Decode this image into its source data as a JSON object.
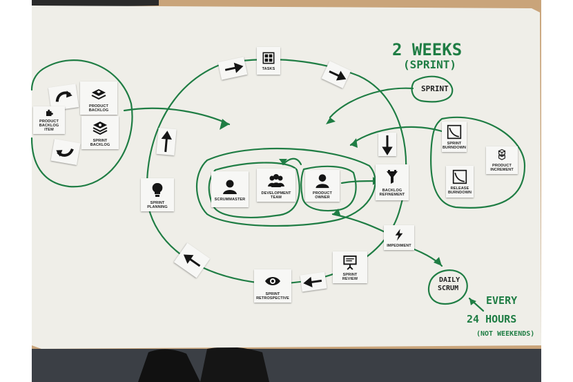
{
  "cards": {
    "product_backlog": "PRODUCT BACKLOG",
    "product_backlog_item": "PRODUCT BACKLOG ITEM",
    "sprint_backlog": "SPRINT BACKLOG",
    "tasks": "TASKS",
    "sprint": "SPRINT",
    "sprint_planning": "SPRINT PLANNING",
    "scrummaster": "SCRUMMASTER",
    "development_team": "DEVELOPMENT TEAM",
    "product_owner": "PRODUCT OWNER",
    "backlog_refinement": "BACKLOG REFINEMENT",
    "sprint_burndown": "SPRINT BURNDOWN",
    "release_burndown": "RELEASE BURNDOWN",
    "product_increment": "PRODUCT INCREMENT",
    "impediment": "IMPEDIMENT",
    "sprint_review": "SPRINT REVIEW",
    "sprint_retrospective": "SPRINT RETROSPECTIVE"
  },
  "handwriting": {
    "two_weeks": "2 WEEKS",
    "sprint_paren": "(SPRINT)",
    "sprint_label": "SPRINT",
    "daily": "DAILY",
    "scrum": "SCRUM",
    "every": "EVERY",
    "hours": "24 HOURS",
    "not_weekends": "(NOT WEEKENDS)"
  },
  "colors": {
    "paper": "#efeee8",
    "table": "#c9a47a",
    "marker": "#1f7d44",
    "card": "#f7f7f5",
    "icon": "#151515"
  }
}
